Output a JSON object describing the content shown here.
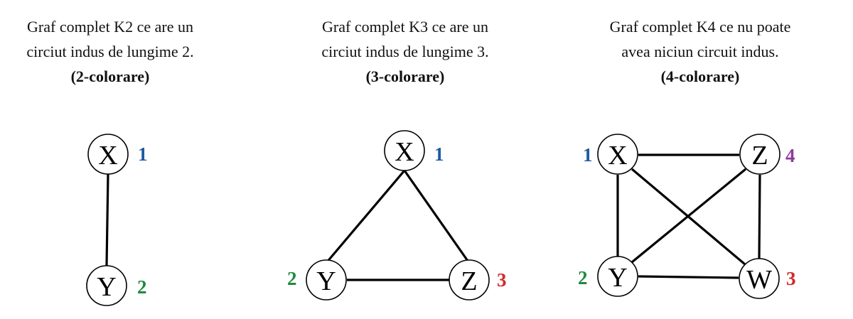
{
  "colors": {
    "c1": "#1f5aa0",
    "c2": "#1e8a3c",
    "c3": "#d22a2a",
    "c4": "#8e3a9c"
  },
  "graphs": [
    {
      "line1": "Graf complet K2 ce are un",
      "line2": "circiut indus de lungime 2.",
      "coloring": "(2-colorare)",
      "nodes": [
        {
          "label": "X",
          "color_num": "1",
          "color_key": "c1"
        },
        {
          "label": "Y",
          "color_num": "2",
          "color_key": "c2"
        }
      ],
      "edges": [
        [
          "X",
          "Y"
        ]
      ]
    },
    {
      "line1": "Graf complet K3 ce are un",
      "line2": "circiut indus de lungime 3.",
      "coloring": "(3-colorare)",
      "nodes": [
        {
          "label": "X",
          "color_num": "1",
          "color_key": "c1"
        },
        {
          "label": "Y",
          "color_num": "2",
          "color_key": "c2"
        },
        {
          "label": "Z",
          "color_num": "3",
          "color_key": "c3"
        }
      ],
      "edges": [
        [
          "X",
          "Y"
        ],
        [
          "X",
          "Z"
        ],
        [
          "Y",
          "Z"
        ]
      ]
    },
    {
      "line1": "Graf complet K4 ce nu poate",
      "line2": "avea niciun circuit indus.",
      "coloring": "(4-colorare)",
      "nodes": [
        {
          "label": "X",
          "color_num": "1",
          "color_key": "c1"
        },
        {
          "label": "Z",
          "color_num": "4",
          "color_key": "c4"
        },
        {
          "label": "Y",
          "color_num": "2",
          "color_key": "c2"
        },
        {
          "label": "W",
          "color_num": "3",
          "color_key": "c3"
        }
      ],
      "edges": [
        [
          "X",
          "Z"
        ],
        [
          "X",
          "Y"
        ],
        [
          "Z",
          "W"
        ],
        [
          "Y",
          "W"
        ],
        [
          "X",
          "W"
        ],
        [
          "Z",
          "Y"
        ]
      ]
    }
  ]
}
